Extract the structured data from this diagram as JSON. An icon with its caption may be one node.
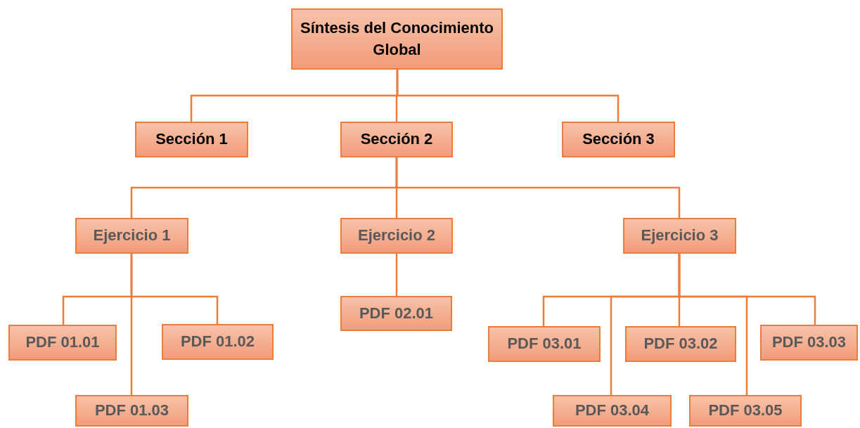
{
  "diagram": {
    "nodes": [
      {
        "text": [
          "Síntesis del Conocimiento Global"
        ]
      },
      {
        "text": [
          "Sección 1"
        ]
      },
      {
        "text": [
          "Sección 2"
        ]
      },
      {
        "text": [
          "Sección 3"
        ]
      },
      {
        "text": [
          "Ejercicio 1"
        ]
      },
      {
        "text": [
          "Ejercicio 2"
        ]
      },
      {
        "text": [
          "Ejercicio 3"
        ]
      },
      {
        "text": [
          "PDF 01.01"
        ]
      },
      {
        "text": [
          "PDF 01.02"
        ]
      },
      {
        "text": [
          "PDF 01.03"
        ]
      },
      {
        "text": [
          "PDF 02.01"
        ]
      },
      {
        "text": [
          "PDF 03.01"
        ]
      },
      {
        "text": [
          "PDF 03.02"
        ]
      },
      {
        "text": [
          "PDF 03.03"
        ]
      },
      {
        "text": [
          "PDF 03.04"
        ]
      },
      {
        "text": [
          "PDF 03.05"
        ]
      }
    ],
    "edges": [
      {
        "from": 0,
        "to": 1,
        "arrow": "none"
      },
      {
        "from": 0,
        "to": 2,
        "arrow": "none"
      },
      {
        "from": 0,
        "to": 3,
        "arrow": "none"
      },
      {
        "from": 2,
        "to": 4,
        "arrow": "none"
      },
      {
        "from": 2,
        "to": 5,
        "arrow": "none"
      },
      {
        "from": 2,
        "to": 6,
        "arrow": "none"
      },
      {
        "from": 4,
        "to": 7,
        "arrow": "none"
      },
      {
        "from": 4,
        "to": 8,
        "arrow": "none"
      },
      {
        "from": 4,
        "to": 9,
        "arrow": "none"
      },
      {
        "from": 5,
        "to": 10,
        "arrow": "none"
      },
      {
        "from": 6,
        "to": 11,
        "arrow": "none"
      },
      {
        "from": 6,
        "to": 12,
        "arrow": "none"
      },
      {
        "from": 6,
        "to": 13,
        "arrow": "none"
      },
      {
        "from": 6,
        "to": 14,
        "arrow": "none"
      },
      {
        "from": 6,
        "to": 15,
        "arrow": "none"
      }
    ]
  }
}
